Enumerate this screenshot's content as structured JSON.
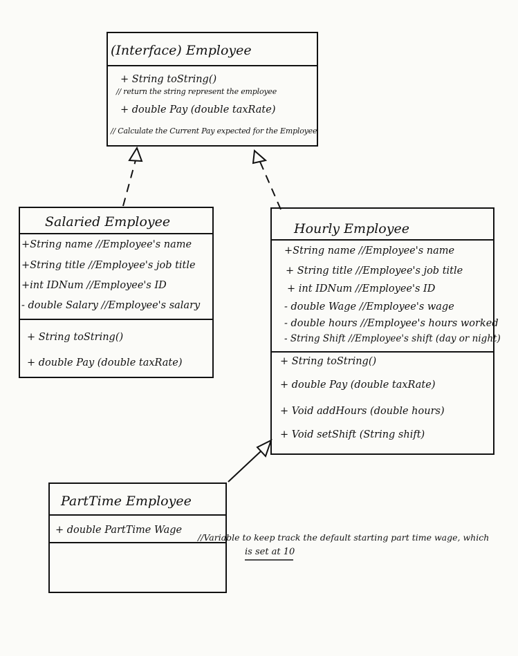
{
  "interface_employee": {
    "title": "(Interface) Employee",
    "methods": [
      "+ String toString()",
      "// return the string represent the employee",
      "+ double Pay (double taxRate)",
      "// Calculate the Current Pay expected for the Employee"
    ]
  },
  "salaried_employee": {
    "title": "Salaried Employee",
    "attributes": [
      "+String name //Employee's name",
      "+String title //Employee's job title",
      "+int IDNum //Employee's ID",
      "- double Salary //Employee's salary"
    ],
    "methods": [
      "+ String toString()",
      "+ double Pay (double taxRate)"
    ]
  },
  "hourly_employee": {
    "title": "Hourly Employee",
    "attributes": [
      "+String name //Employee's name",
      "+ String title //Employee's job title",
      "+ int IDNum //Employee's ID",
      "- double Wage //Employee's wage",
      "- double hours //Employee's hours worked",
      "- String Shift //Employee's shift (day or night)"
    ],
    "methods": [
      "+ String toString()",
      "+ double Pay (double taxRate)",
      "+ Void addHours (double hours)",
      "+ Void setShift (String shift)"
    ]
  },
  "part_time_employee": {
    "title": "PartTime Employee",
    "attributes": [
      "+ double PartTime Wage"
    ],
    "note_line1": "//Variable to keep track the default starting part time wage, which",
    "note_line2": "is set at 10"
  },
  "colors": {
    "ink": "#111111",
    "paper": "#fbfbf8"
  }
}
